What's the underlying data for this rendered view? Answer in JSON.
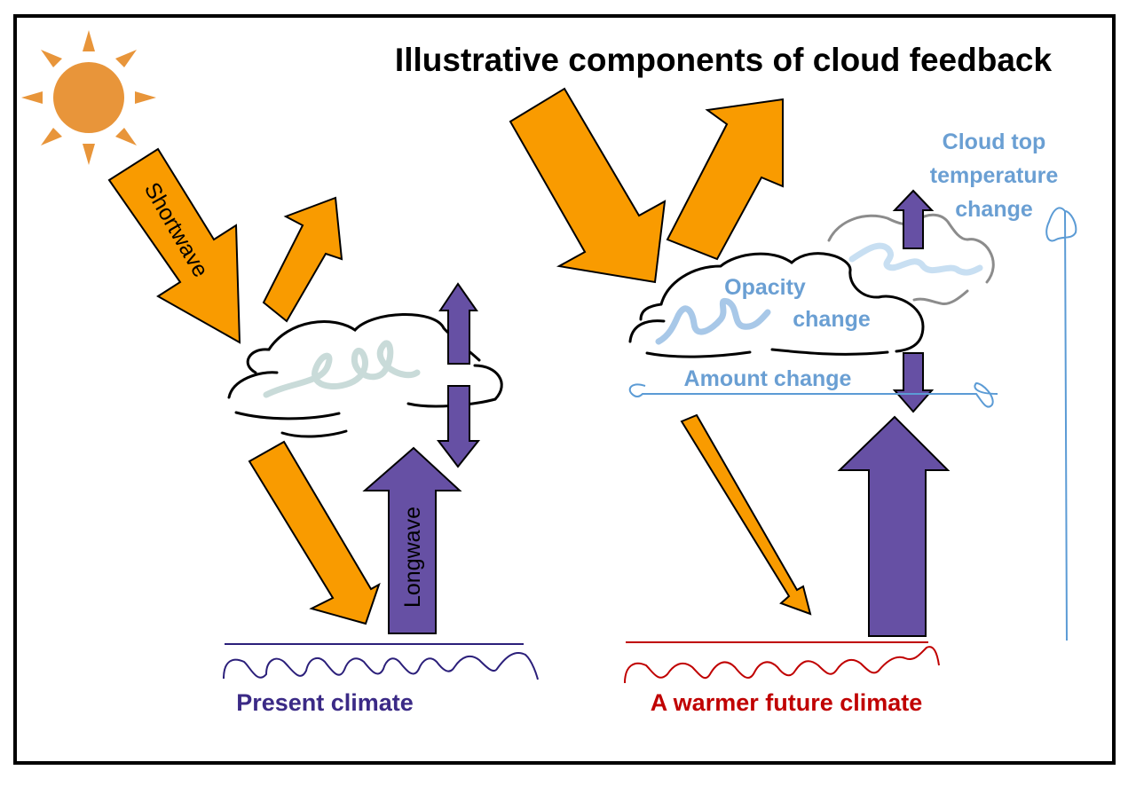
{
  "title": "Illustrative components of cloud feedback",
  "arrow_labels": {
    "shortwave": "Shortwave",
    "longwave": "Longwave"
  },
  "feedback_labels": {
    "cloud_top_line1": "Cloud top",
    "cloud_top_line2": "temperature",
    "cloud_top_line3": "change",
    "opacity_line1": "Opacity",
    "opacity_line2": "change",
    "amount": "Amount change"
  },
  "surface_labels": {
    "present": "Present climate",
    "future": "A warmer future climate"
  },
  "colors": {
    "shortwave": "#f99b00",
    "longwave": "#6650a4",
    "sun": "#e8953a",
    "feedback_text": "#6a9fd3",
    "present_surface": "#2b1f7a",
    "future_surface": "#c00000",
    "frame": "#000000"
  },
  "icons": {
    "sun": "sun-icon"
  }
}
